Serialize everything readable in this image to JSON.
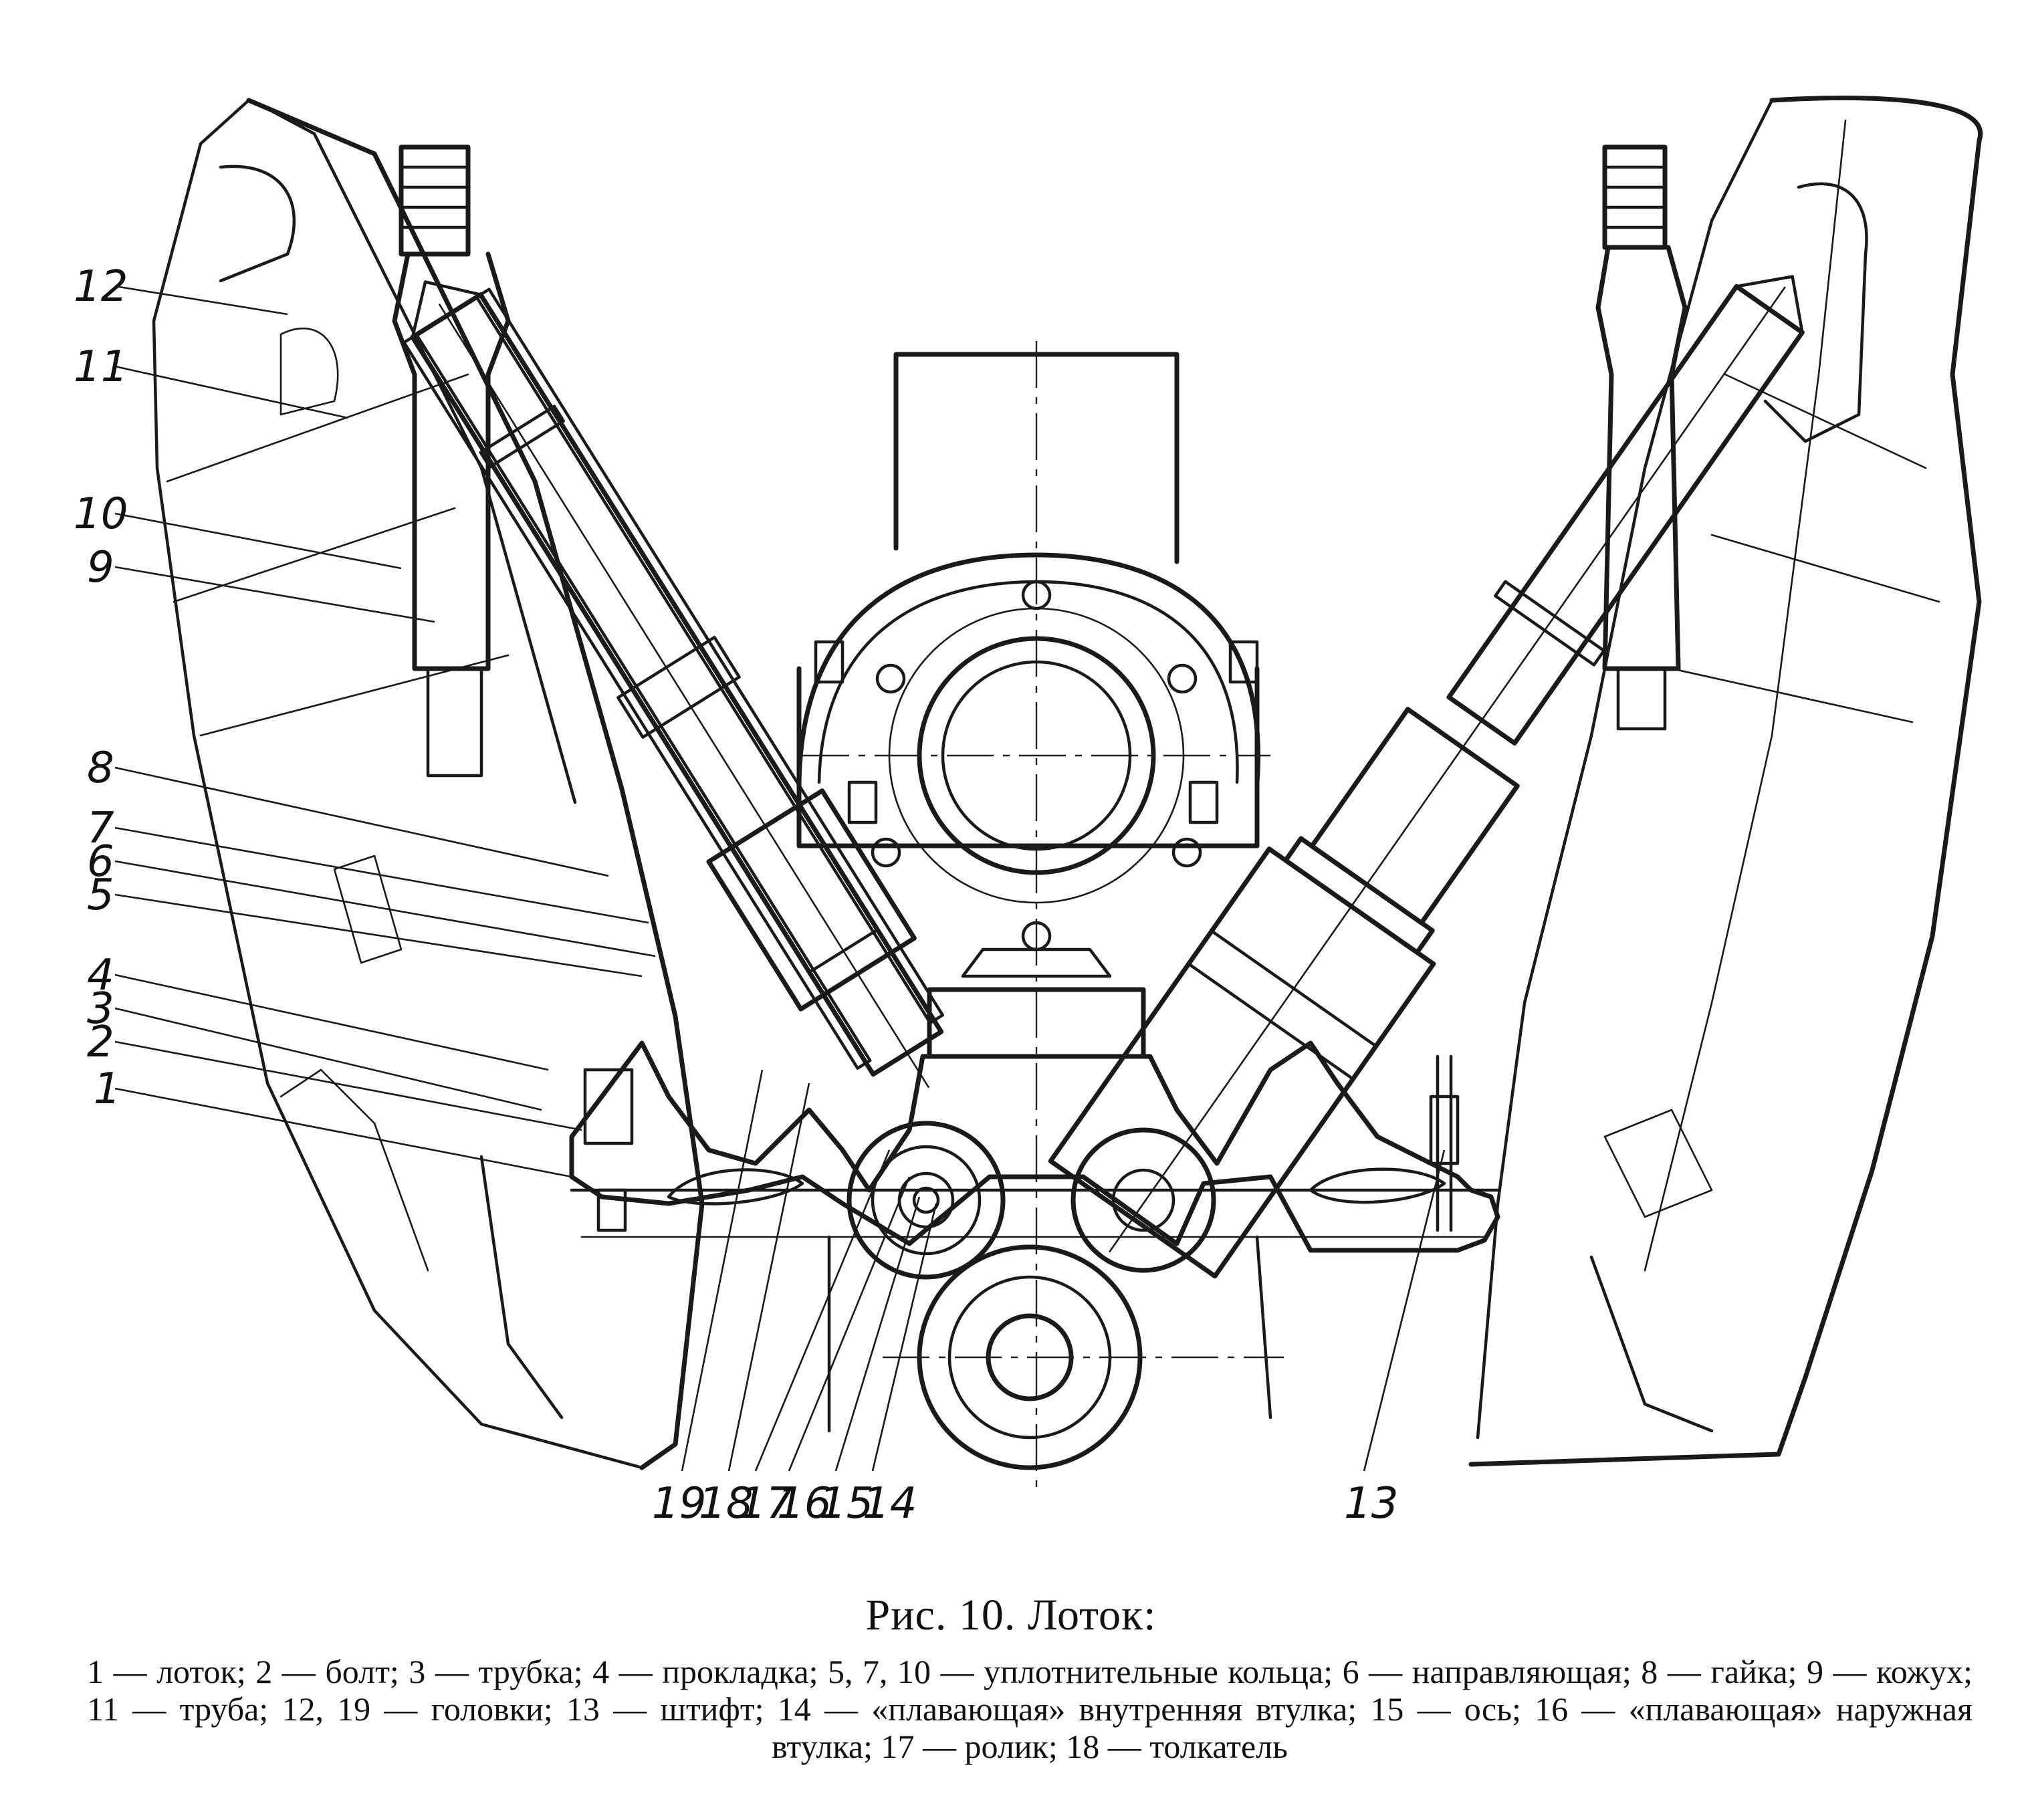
{
  "figure": {
    "title": "Рис. 10. Лоток:",
    "caption": "1 — лоток; 2 — болт; 3 — трубка; 4 — прокладка; 5, 7, 10 — уплотнительные кольца; 6 — направляющая; 8 — гайка; 9 — кожух; 11 — труба; 12, 19 — головки; 13 — штифт; 14 — «плавающая» внутренняя втулка; 15 — ось; 16 — «плавающая» наружная втулка; 17 — ролик; 18 — толкатель"
  },
  "callouts": {
    "c1": "1",
    "c2": "2",
    "c3": "3",
    "c4": "4",
    "c5": "5",
    "c6": "6",
    "c7": "7",
    "c8": "8",
    "c9": "9",
    "c10": "10",
    "c11": "11",
    "c12": "12",
    "c13": "13",
    "c14": "14",
    "c15": "15",
    "c16": "16",
    "c17": "17",
    "c18": "18",
    "c19": "19"
  }
}
